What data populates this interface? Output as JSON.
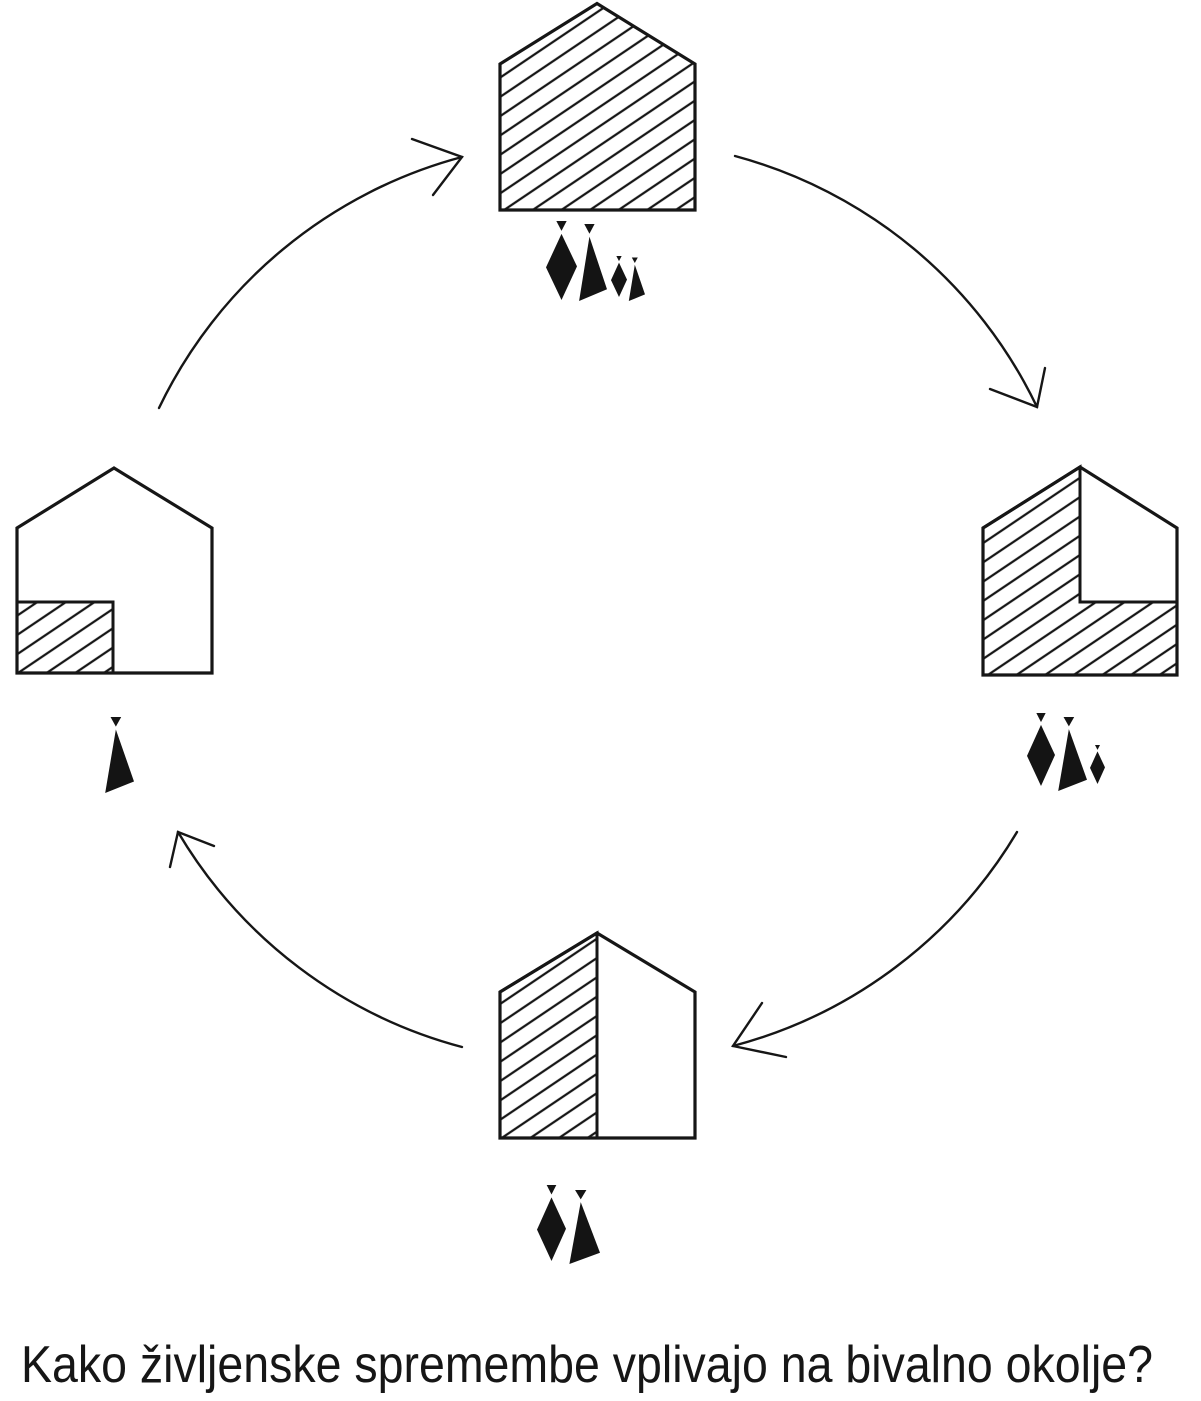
{
  "caption": {
    "text": "Kako življenske spremembe vplivajo na bivalno okolje?"
  },
  "colors": {
    "ink": "#161616",
    "figure": "#141414",
    "background": "#ffffff"
  },
  "diagram": {
    "type": "cycle",
    "direction": "clockwise",
    "nodes": [
      {
        "id": "top-house",
        "position": "top",
        "house_hatched_share": "4/4 (fully hatched)",
        "occupants": 4
      },
      {
        "id": "right-house",
        "position": "right",
        "house_hatched_share": "3/4 (L-shape: left half + bottom strip)",
        "occupants": 3
      },
      {
        "id": "bottom-house",
        "position": "bottom",
        "house_hatched_share": "2/4 (left half)",
        "occupants": 2
      },
      {
        "id": "left-house",
        "position": "left",
        "house_hatched_share": "1/4 (bottom-left block)",
        "occupants": 1
      }
    ],
    "arrows": [
      {
        "from": "left-house",
        "to": "top-house"
      },
      {
        "from": "top-house",
        "to": "right-house"
      },
      {
        "from": "right-house",
        "to": "bottom-house"
      },
      {
        "from": "bottom-house",
        "to": "left-house"
      }
    ]
  }
}
